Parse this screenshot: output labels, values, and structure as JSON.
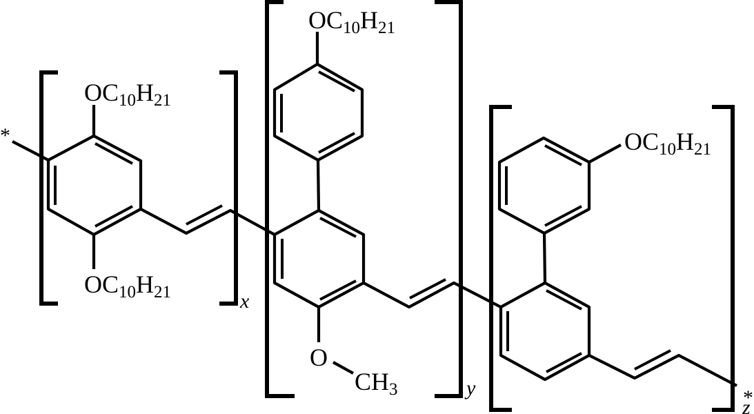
{
  "diagram": {
    "type": "chemical-structure",
    "description": "Random copolymer repeat units (PPV derivative) with subscripts x, y, z",
    "colors": {
      "ink": "#000000",
      "background": "#ffffff"
    },
    "end_groups": {
      "left": "*",
      "right": "*"
    },
    "units": [
      {
        "index_label": "x",
        "substituents": [
          {
            "label": "OC10H21",
            "main": "OC",
            "sub1": "10",
            "h": "H",
            "sub2": "21",
            "position": "top"
          },
          {
            "label": "OC10H21",
            "main": "OC",
            "sub1": "10",
            "h": "H",
            "sub2": "21",
            "position": "bottom"
          }
        ]
      },
      {
        "index_label": "y",
        "substituents": [
          {
            "label": "OC10H21",
            "main": "OC",
            "sub1": "10",
            "h": "H",
            "sub2": "21",
            "position": "top-phenyl-para"
          },
          {
            "label": "O-CH3",
            "o": "O",
            "methyl_main": "CH",
            "methyl_sub": "3",
            "position": "bottom"
          }
        ]
      },
      {
        "index_label": "z",
        "substituents": [
          {
            "label": "OC10H21",
            "main": "OC",
            "sub1": "10",
            "h": "H",
            "sub2": "21",
            "position": "phenyl-meta"
          }
        ]
      }
    ]
  }
}
